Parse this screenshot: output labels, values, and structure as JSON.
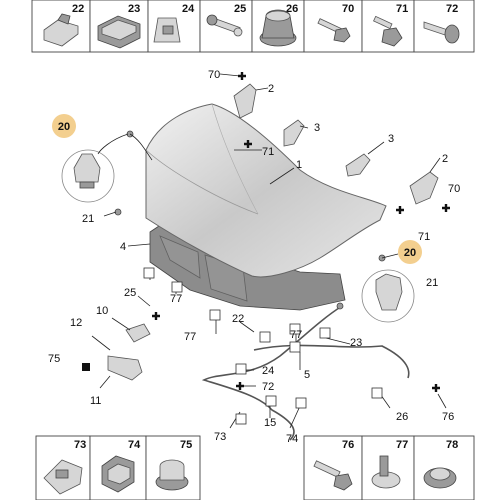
{
  "top_row": [
    {
      "num": "22",
      "icon": "clip-icon"
    },
    {
      "num": "23",
      "icon": "bracket-clip-icon"
    },
    {
      "num": "24",
      "icon": "spring-nut-icon"
    },
    {
      "num": "25",
      "icon": "stud-pin-icon"
    },
    {
      "num": "26",
      "icon": "rubber-buffer-icon"
    },
    {
      "num": "70",
      "icon": "bolt-icon"
    },
    {
      "num": "71",
      "icon": "flange-bolt-icon"
    },
    {
      "num": "72",
      "icon": "screw-icon"
    }
  ],
  "bottom_left_row": [
    {
      "num": "73",
      "icon": "cable-clip-icon"
    },
    {
      "num": "74",
      "icon": "retainer-clip-icon"
    },
    {
      "num": "75",
      "icon": "grommet-icon"
    }
  ],
  "bottom_right_row": [
    {
      "num": "76",
      "icon": "washer-bolt-icon"
    },
    {
      "num": "77",
      "icon": "push-rivet-icon"
    },
    {
      "num": "78",
      "icon": "nut-icon"
    }
  ],
  "callouts": {
    "c20a": "20",
    "c20b": "20",
    "c21b": "21"
  },
  "labels": {
    "l70a": "70",
    "l2a": "2",
    "l3a": "3",
    "l71a": "71",
    "l1": "1",
    "l3b": "3",
    "l2b": "2",
    "l70b": "70",
    "l71b": "71",
    "l21a": "21",
    "l4": "4",
    "l77a": "77",
    "l25": "25",
    "l10": "10",
    "l12": "12",
    "l75": "75",
    "l11": "11",
    "l77b": "77",
    "l22": "22",
    "l77c": "77",
    "l23": "23",
    "l24": "24",
    "l5": "5",
    "l72": "72",
    "l26": "26",
    "l76": "76",
    "l73": "73",
    "l15": "15",
    "l74": "74"
  }
}
